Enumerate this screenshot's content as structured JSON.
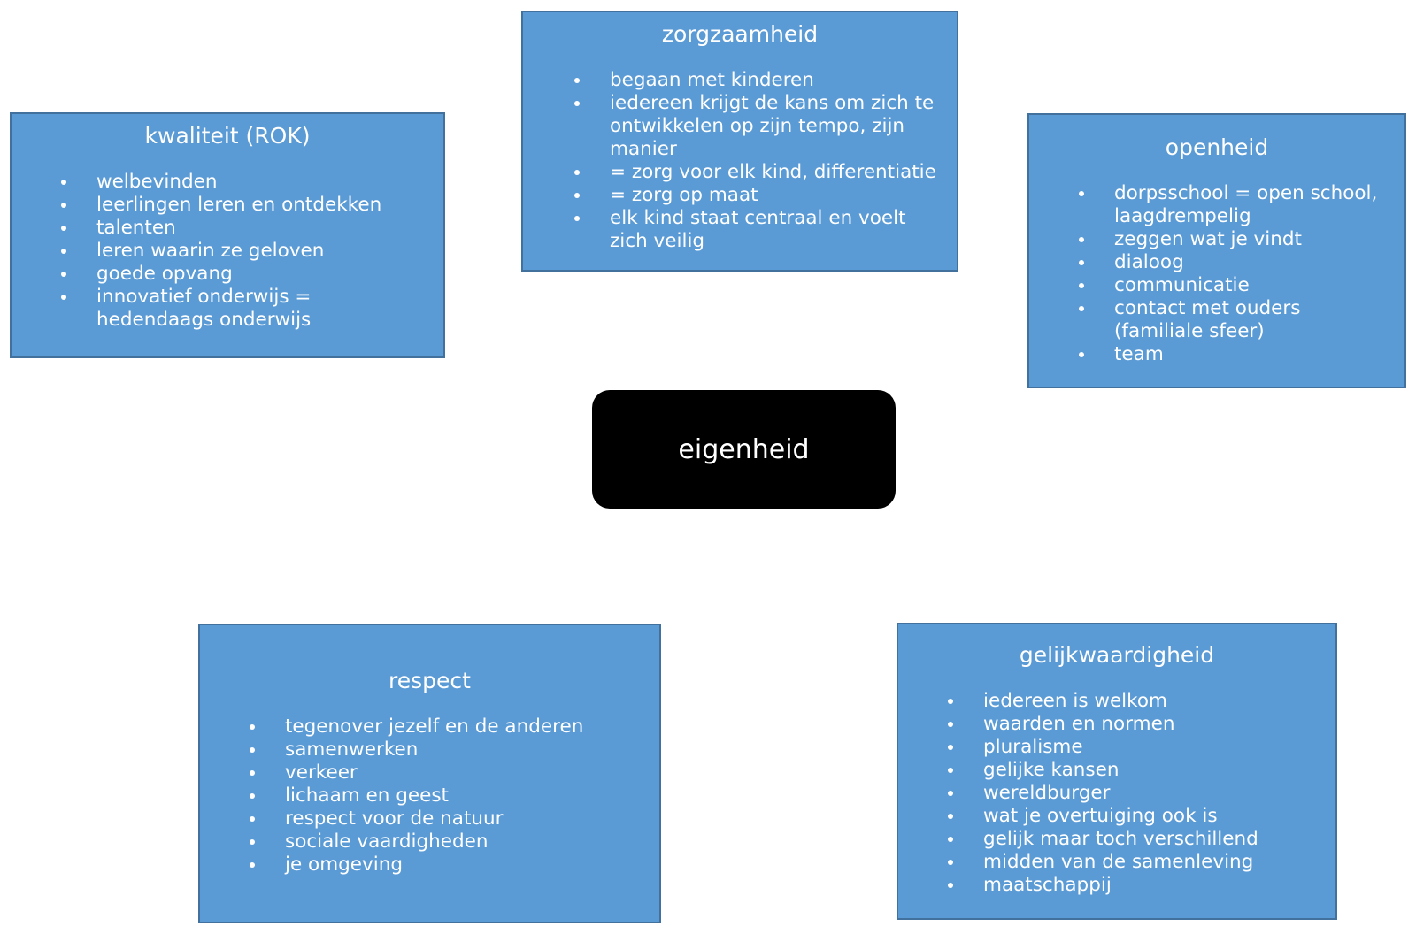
{
  "center": {
    "label": "eigenheid"
  },
  "boxes": {
    "zorgzaamheid": {
      "title": "zorgzaamheid",
      "items": [
        "begaan met kinderen",
        "iedereen krijgt de kans om zich te ontwikkelen op zijn tempo, zijn manier",
        "= zorg voor elk kind, differentiatie",
        "= zorg op maat",
        "elk kind staat centraal en voelt zich veilig"
      ]
    },
    "kwaliteit": {
      "title": "kwaliteit (ROK)",
      "items": [
        "welbevinden",
        "leerlingen leren en ontdekken",
        "talenten",
        "leren waarin ze geloven",
        "goede opvang",
        "innovatief onderwijs = hedendaags onderwijs"
      ]
    },
    "openheid": {
      "title": "openheid",
      "items": [
        "dorpsschool = open school, laagdrempelig",
        "zeggen wat je vindt",
        "dialoog",
        "communicatie",
        "contact met ouders (familiale sfeer)",
        "team"
      ]
    },
    "respect": {
      "title": "respect",
      "items": [
        "tegenover jezelf en de anderen",
        "samenwerken",
        "verkeer",
        "lichaam en geest",
        "respect voor de natuur",
        "sociale vaardigheden",
        "je omgeving"
      ]
    },
    "gelijkwaardigheid": {
      "title": "gelijkwaardigheid",
      "items": [
        "iedereen is welkom",
        "waarden en normen",
        "pluralisme",
        "gelijke kansen",
        "wereldburger",
        "wat je overtuiging ook is",
        "gelijk maar toch verschillend",
        "midden van de samenleving",
        "maatschappij"
      ]
    }
  },
  "colors": {
    "box_fill": "#5b9bd5",
    "box_border": "#41719c",
    "center_fill": "#000000",
    "text": "#ffffff"
  }
}
